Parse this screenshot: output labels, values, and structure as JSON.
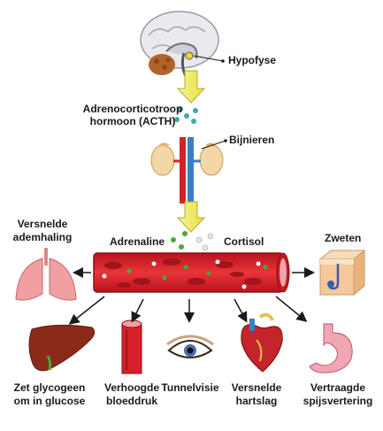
{
  "labels": {
    "hypofyse": "Hypofyse",
    "acth_line1": "Adrenocorticotroop",
    "acth_line2": "hormoon (ACTH)",
    "bijnieren": "Bijnieren",
    "adrenaline": "Adrenaline",
    "cortisol": "Cortisol",
    "ademhaling_line1": "Versnelde",
    "ademhaling_line2": "ademhaling",
    "zweten": "Zweten",
    "glucose_line1": "Zet glycogeen",
    "glucose_line2": "om in glucose",
    "bloeddruk_line1": "Verhoogde",
    "bloeddruk_line2": "bloeddruk",
    "tunnelvisie": "Tunnelvisie",
    "hartslag_line1": "Versnelde",
    "hartslag_line2": "hartslag",
    "spijsvertering_line1": "Vertraagde",
    "spijsvertering_line2": "spijsvertering"
  },
  "colors": {
    "arrow_fill": "#f3ef6a",
    "arrow_stroke": "#b7a92c",
    "acth_dots": "#3fa9a5",
    "adrenaline_dots": "#4aa83d",
    "cortisol_dots": "#e6e6e6",
    "vessel": "#d8202a",
    "blood_cell": "#a3131c",
    "artery": "#d8202a",
    "vein": "#3a7fc4",
    "liver": "#8a2b1a",
    "lungs": "#f0a0a0"
  },
  "icons": [
    "brain-icon",
    "kidneys-icon",
    "blood-vessel-icon",
    "lungs-icon",
    "skin-icon",
    "liver-icon",
    "artery-icon",
    "eye-icon",
    "heart-icon",
    "stomach-icon"
  ]
}
